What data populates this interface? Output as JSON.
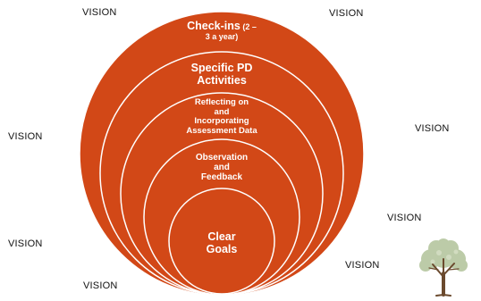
{
  "vision_labels": [
    "VISION",
    "VISION",
    "VISION",
    "VISION",
    "VISION",
    "VISION",
    "VISION",
    "VISION"
  ],
  "rings": [
    {
      "line1": "Check-ins",
      "line1_small": " (2 –",
      "line2": "3 a year)"
    },
    {
      "line1": "Specific PD",
      "line2": "Activities"
    },
    {
      "line1": "Reflecting on",
      "line2": "and",
      "line3": "Incorporating",
      "line4": "Assessment Data"
    },
    {
      "line1": "Observation",
      "line2": "and",
      "line3": "Feedback"
    },
    {
      "line1": "Clear",
      "line2": "Goals"
    }
  ],
  "colors": {
    "fill": "#d24817",
    "stroke": "#ffffff",
    "tree_trunk": "#6b4a2e",
    "tree_leaf": "#b9c9a4"
  },
  "icons": {
    "tree": "tree-icon"
  }
}
